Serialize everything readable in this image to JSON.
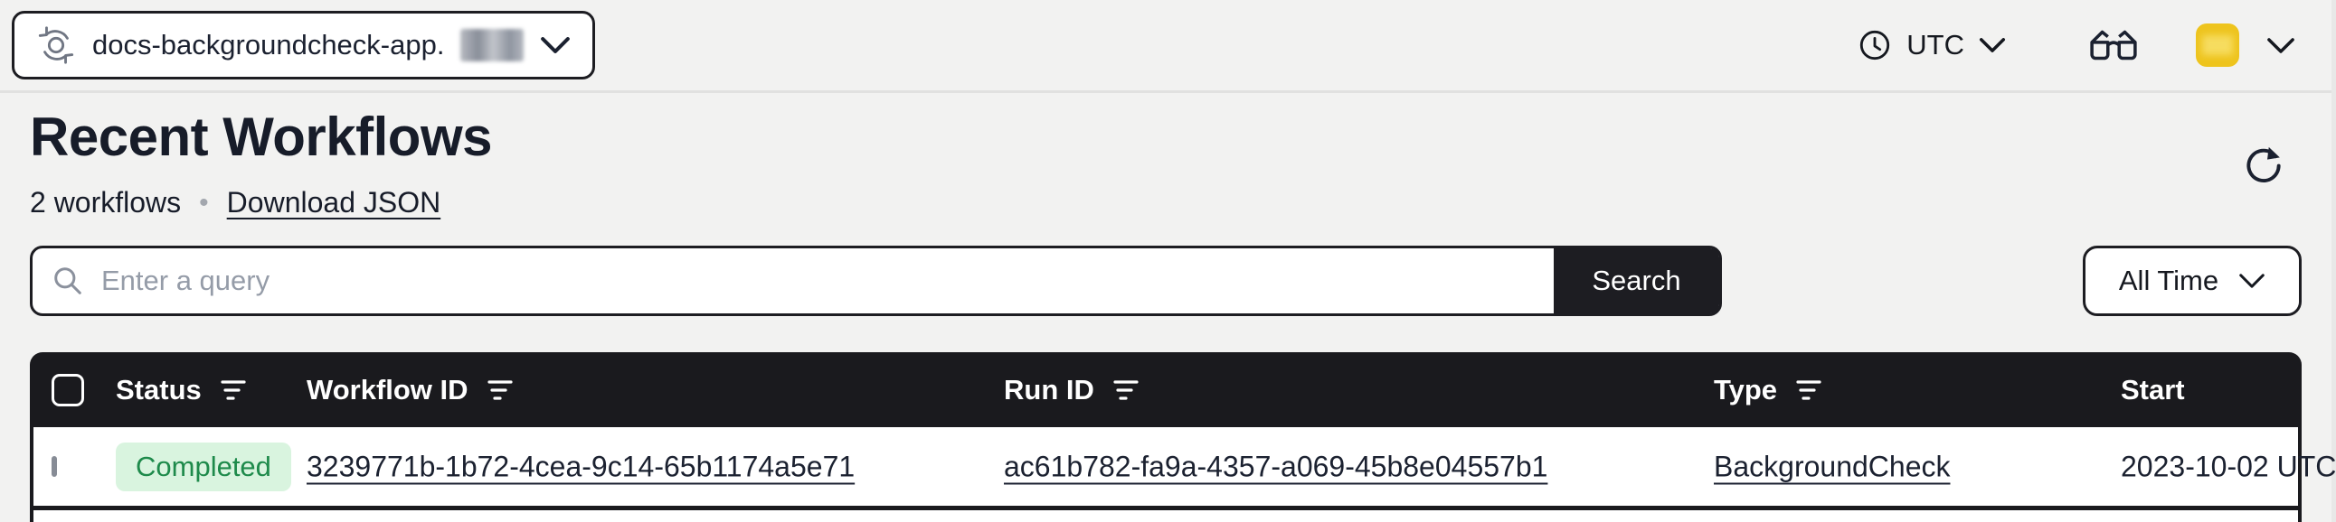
{
  "topbar": {
    "namespace_label": "docs-backgroundcheck-app.",
    "timezone_label": "UTC"
  },
  "header": {
    "title": "Recent Workflows",
    "count_label": "2 workflows",
    "separator_dot": "•",
    "download_link_label": "Download JSON"
  },
  "search": {
    "placeholder": "Enter a query",
    "button_label": "Search",
    "time_filter_label": "All Time"
  },
  "table": {
    "columns": [
      {
        "label": "Status",
        "filterable": true
      },
      {
        "label": "Workflow ID",
        "filterable": true
      },
      {
        "label": "Run ID",
        "filterable": true
      },
      {
        "label": "Type",
        "filterable": true
      },
      {
        "label": "Start",
        "filterable": false
      }
    ],
    "rows": [
      {
        "status": "Completed",
        "workflow_id": "3239771b-1b72-4cea-9c14-65b1174a5e71",
        "run_id": "ac61b782-fa9a-4357-a069-45b8e04557b1",
        "type": "BackgroundCheck",
        "start": "2023-10-02 UTC"
      }
    ]
  },
  "icons": {
    "namespace": "namespace-sync-icon",
    "timezone": "clock-icon",
    "labs": "glasses-icon",
    "refresh": "refresh-icon",
    "search": "search-icon",
    "filter": "filter-lines-icon",
    "chevron": "chevron-down-icon"
  },
  "colors": {
    "page_bg": "#f2f2f1",
    "accent_dark": "#1d1d22",
    "text": "#1b2130",
    "status_completed_bg": "#d9f4df",
    "status_completed_text": "#1e8a4b",
    "avatar_yellow": "#eec41d"
  }
}
